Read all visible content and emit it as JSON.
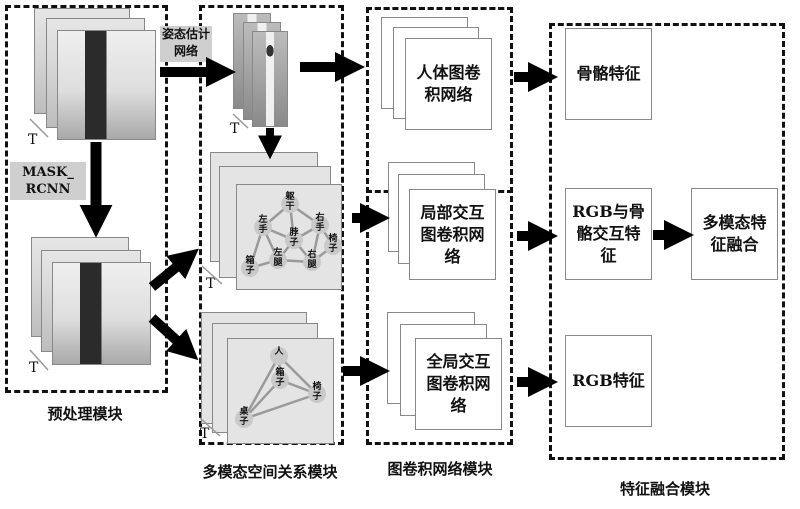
{
  "modules": {
    "preprocess": {
      "caption": "预处理模块",
      "time_axis_label": "T",
      "mask_rcnn_label": "MASK_ RCNN"
    },
    "pose_estimation_label": "姿态估计网络",
    "spatial_relation": {
      "caption": "多模态空间关系模块",
      "time_axis_label": "T",
      "human_graph_nodes": [
        "脖子",
        "左手",
        "右手",
        "躯干",
        "左腿",
        "右腿",
        "箱子",
        "椅子"
      ],
      "global_graph_nodes": [
        "人",
        "箱子",
        "椅子",
        "桌子"
      ]
    },
    "gcn": {
      "caption": "图卷积网络模块",
      "blocks": [
        "人体图卷积网络",
        "局部交互图卷积网络",
        "全局交互图卷积网络"
      ]
    },
    "fusion": {
      "caption": "特征融合模块",
      "blocks": [
        "骨骼特征",
        "RGB与骨骼交互特征",
        "RGB特征",
        "多模态特征融合"
      ]
    }
  }
}
